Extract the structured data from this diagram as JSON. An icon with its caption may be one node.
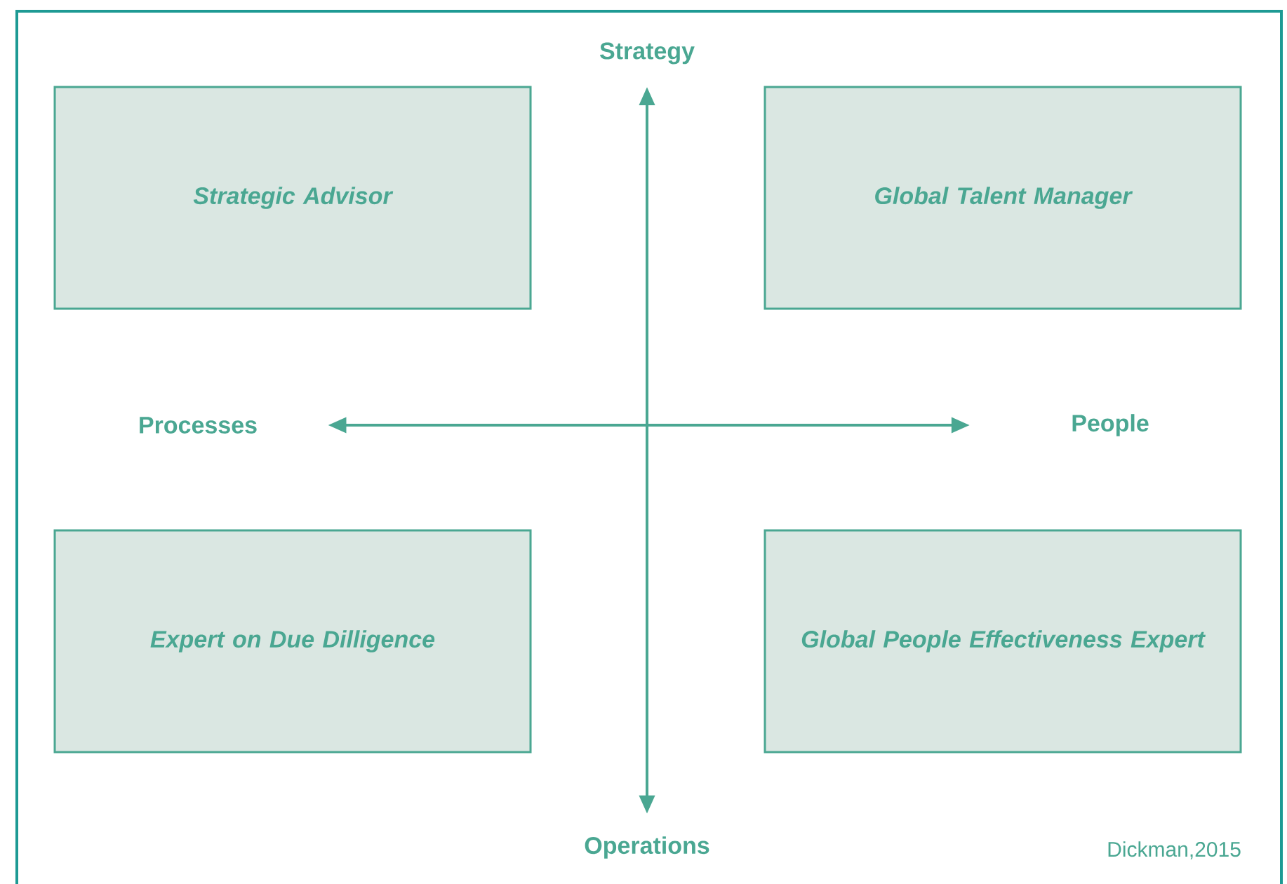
{
  "diagram": {
    "nodes": [
      {
        "text": [
          "Strategic Advisor"
        ]
      },
      {
        "text": [
          "Global Talent Manager"
        ]
      },
      {
        "text": [
          "Expert on Due Dilligence"
        ]
      },
      {
        "text": [
          "Global People Effectiveness Expert"
        ]
      },
      {
        "text": [
          "Strategy"
        ]
      },
      {
        "text": [
          "Operations"
        ]
      },
      {
        "text": [
          "Processes"
        ]
      },
      {
        "text": [
          "People"
        ]
      }
    ],
    "edges": [
      {
        "from": 4,
        "to": 5,
        "arrow": "both"
      },
      {
        "from": 6,
        "to": 7,
        "arrow": "both"
      }
    ],
    "labels": [
      "Dickman,2015"
    ]
  }
}
